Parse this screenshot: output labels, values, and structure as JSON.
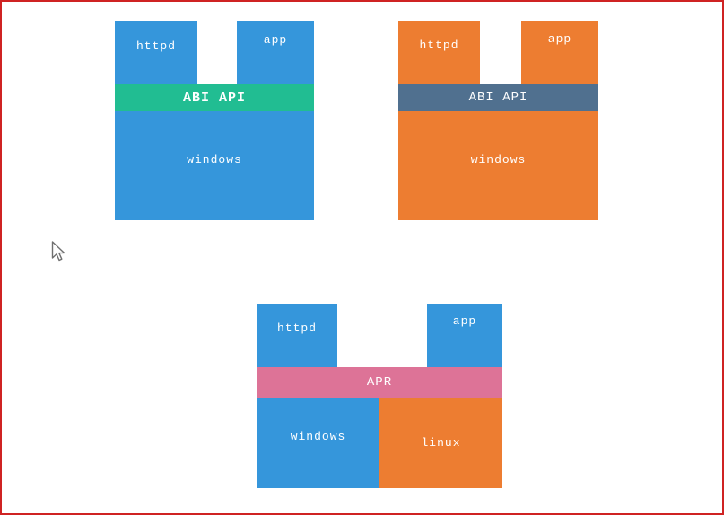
{
  "page": {
    "border_color": "#cf2323",
    "background": "#ffffff",
    "label_color": "#ffffff"
  },
  "palette": {
    "blue": "#3596db",
    "green": "#21bd92",
    "orange": "#ed7d31",
    "slate": "#50708f",
    "pink": "#dd7397"
  },
  "diagrams": [
    {
      "id": "windows-abi-blue",
      "blocks": {
        "httpd": "httpd",
        "app": "app",
        "bar": "ABI API",
        "base": "windows"
      },
      "colors": {
        "block": "#3596db",
        "bar": "#21bd92"
      }
    },
    {
      "id": "windows-abi-orange",
      "blocks": {
        "httpd": "httpd",
        "app": "app",
        "bar": "ABI API",
        "base": "windows"
      },
      "colors": {
        "block": "#ed7d31",
        "bar": "#50708f"
      }
    },
    {
      "id": "apr-windows-linux",
      "blocks": {
        "httpd": "httpd",
        "app": "app",
        "bar": "APR",
        "base_left": "windows",
        "base_right": "linux"
      },
      "colors": {
        "block": "#3596db",
        "bar": "#dd7397",
        "base_left": "#3596db",
        "base_right": "#ed7d31"
      }
    }
  ],
  "cursor": {
    "type": "arrow-pointer"
  }
}
